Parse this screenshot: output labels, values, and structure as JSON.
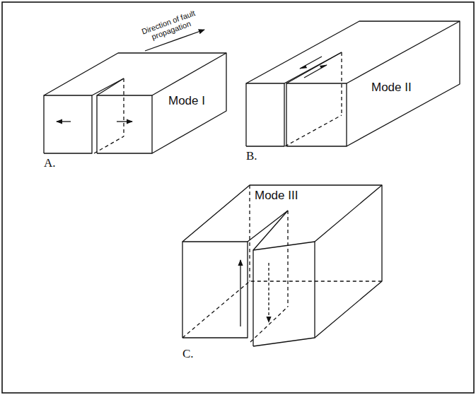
{
  "diagram": {
    "labels": [
      "Direction of fault propagation",
      "Mode I",
      "A.",
      "Mode II",
      "B.",
      "Mode III",
      "C."
    ]
  }
}
